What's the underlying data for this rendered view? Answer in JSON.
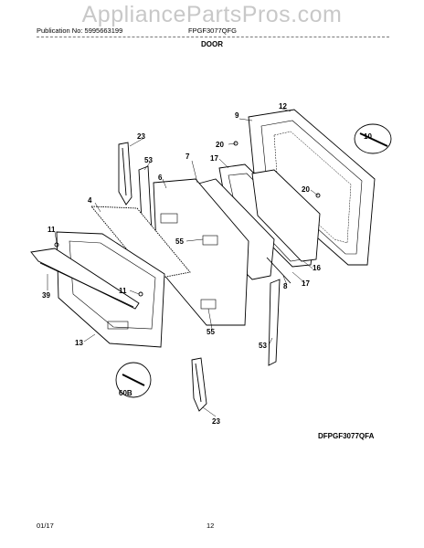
{
  "watermark": "AppliancePartsPros.com",
  "header": {
    "publication": "Publication No: 5995663199",
    "model": "FPGF3077QFG",
    "section": "DOOR"
  },
  "diagram_code": "DFPGF3077QFA",
  "footer": {
    "date": "01/17",
    "page": "12"
  },
  "callouts": {
    "c12": "12",
    "c9": "9",
    "c10": "10",
    "c23a": "23",
    "c20a": "20",
    "c53a": "53",
    "c7": "7",
    "c17a": "17",
    "c6": "6",
    "c20b": "20",
    "c4": "4",
    "c11a": "11",
    "c55a": "55",
    "c16": "16",
    "c17b": "17",
    "c8": "8",
    "c39": "39",
    "c11b": "11",
    "c55b": "55",
    "c13": "13",
    "c53b": "53",
    "c60b": "60B",
    "c23b": "23"
  }
}
